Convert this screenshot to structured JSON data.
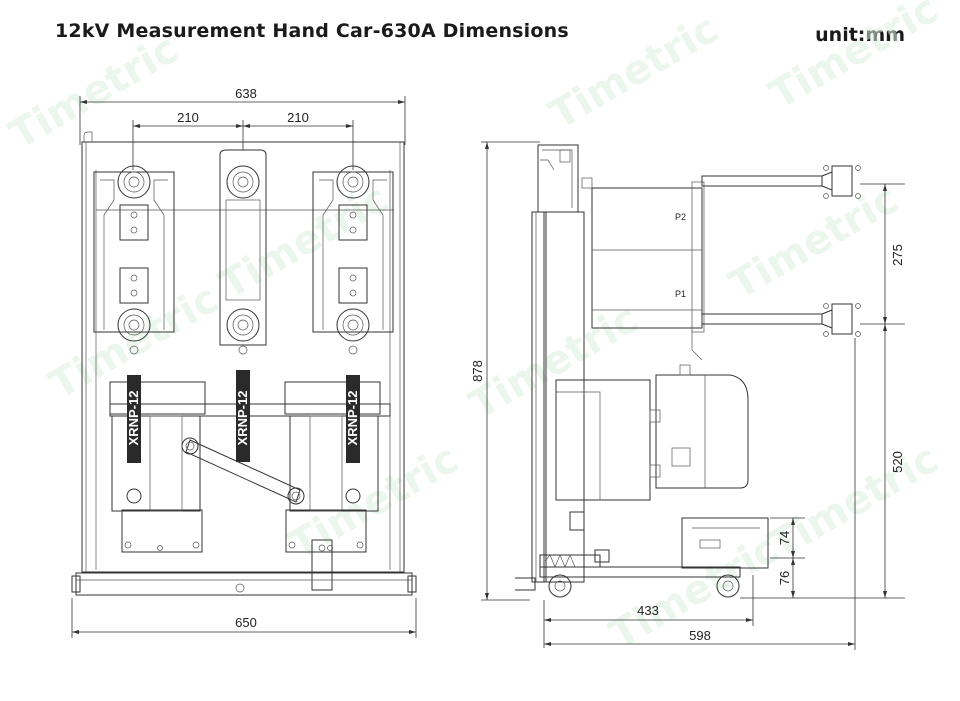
{
  "header": {
    "title": "12kV Measurement Hand Car-630A Dimensions",
    "unit": "unit:mm"
  },
  "watermark": "Timetric",
  "front_view": {
    "dims": {
      "overall_top": "638",
      "pitch_left": "210",
      "pitch_right": "210",
      "overall_bottom": "650"
    },
    "fuse_label": "XRNP-12"
  },
  "side_view": {
    "dims": {
      "height": "878",
      "upper_span": "275",
      "lower_height": "520",
      "small_a": "74",
      "small_b": "76",
      "bottom_inner": "433",
      "bottom_overall": "598"
    },
    "labels": {
      "p2": "P2",
      "p1": "P1"
    }
  },
  "colors": {
    "line": "#333333",
    "watermark": "#dcefe0",
    "fuse": "#2a2a2a"
  }
}
